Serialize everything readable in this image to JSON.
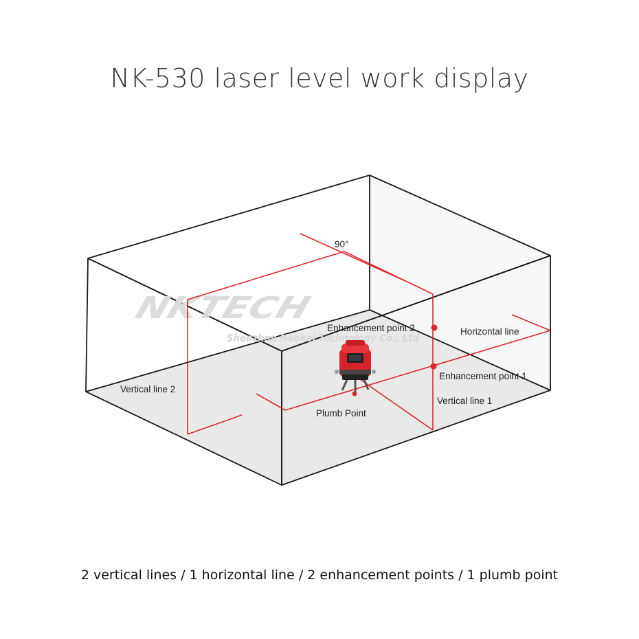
{
  "title": "NK-530 laser level work display",
  "caption": "2 vertical lines / 1 horizontal line / 2 enhancement points / 1 plumb point",
  "labels": {
    "angle": "90°",
    "enhancement_point_2": "Enhancement point 2",
    "horizontal_line": "Horizontal line",
    "enhancement_point_1": "Enhancement point 1",
    "vertical_line_1": "Vertical line 1",
    "vertical_line_2": "Vertical line 2",
    "plumb_point": "Plumb Point"
  },
  "watermark": {
    "brand": "NKTECH",
    "company": "Shenzhen Naokai Technology Co., Ltd"
  },
  "colors": {
    "laser": "#e0262a",
    "outline": "#1a1a1a",
    "floor": "#e9e9e9",
    "wall_back": "#f7f7f7",
    "watermark": "#d6d6d6"
  }
}
